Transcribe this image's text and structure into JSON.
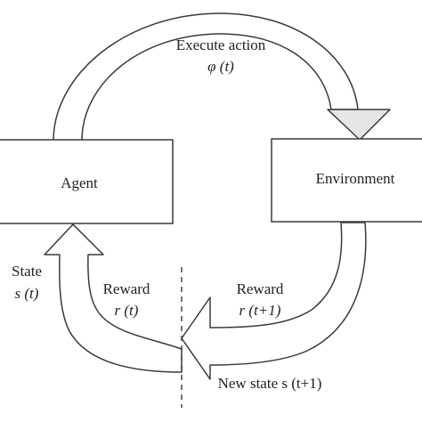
{
  "diagram": {
    "agent": {
      "label": "Agent"
    },
    "environment": {
      "label": "Environment"
    },
    "action": {
      "label": "Execute action",
      "symbol": "φ (t)"
    },
    "reward_next": {
      "label": "Reward",
      "symbol": "r (t+1)"
    },
    "new_state": {
      "label": "New state s (t+1)"
    },
    "state": {
      "label": "State",
      "symbol": "s (t)"
    },
    "reward_current": {
      "label": "Reward",
      "symbol": "r (t)"
    },
    "colors": {
      "stroke": "#3a3a3a",
      "text": "#222222",
      "arrow_fill": "#ffffff",
      "arrow_head_shaded": "#e6e6e6"
    }
  }
}
